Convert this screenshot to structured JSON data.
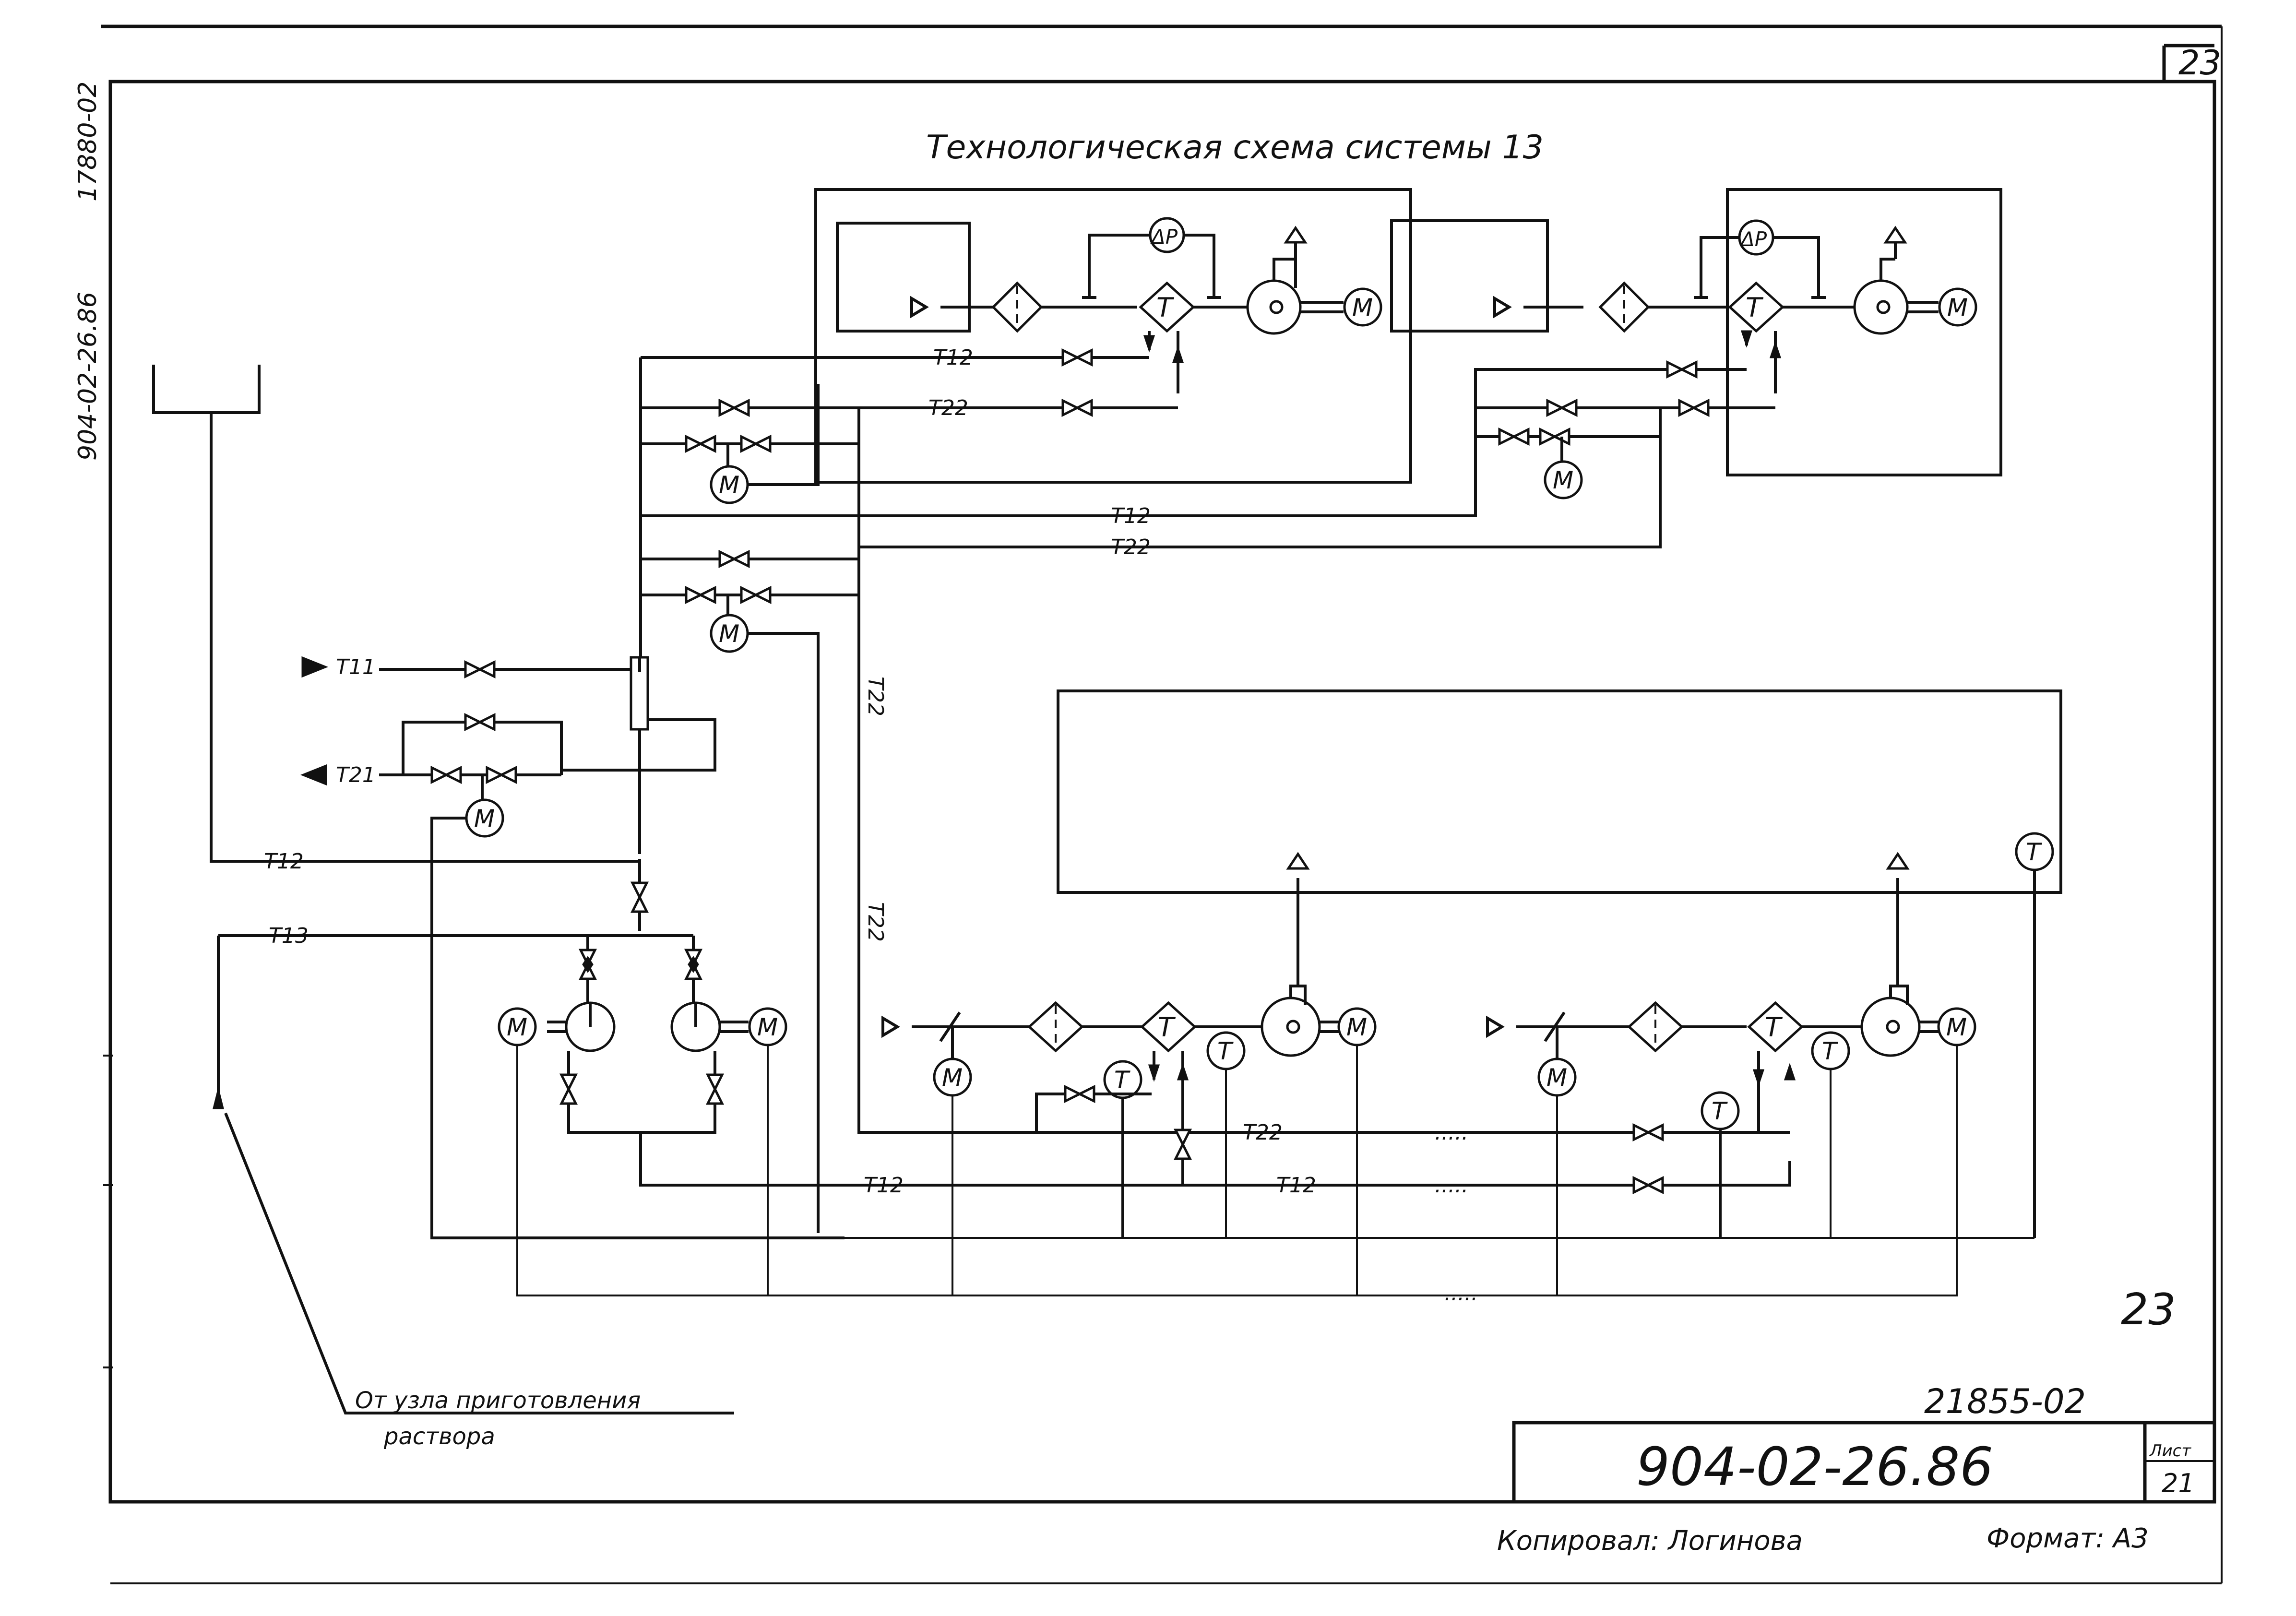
{
  "title": "Технологическая схема системы 13",
  "sheet_number_corner": "23",
  "side_stamp": [
    "904-02-26.86",
    "17880-02"
  ],
  "handwritten_mark": "23",
  "archive_number": "21855-02",
  "doc_code": "904-02-26.86",
  "sheet_label": "Лист",
  "sheet_value": "21",
  "copied_by": "Копировал: Логинова",
  "format": "Формат: А3",
  "source_note": [
    "От узла приготовления",
    "раствора"
  ],
  "symbols": {
    "motor": "М",
    "thermo": "Т",
    "heater": "Т",
    "dp": "ΔР",
    "dots": "....."
  },
  "pipes": {
    "t11": "Т11",
    "t21": "Т21",
    "t12": "Т12",
    "t13": "Т13",
    "t22": "Т22"
  }
}
